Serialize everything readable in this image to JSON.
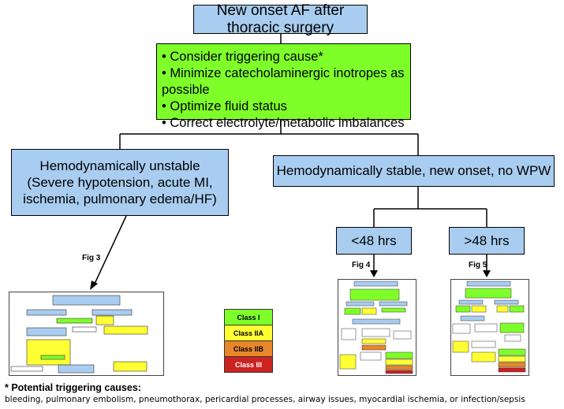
{
  "top_box": "New onset AF after thoracic surgery",
  "steps": [
    "• Consider triggering cause*",
    "• Minimize catecholaminergic inotropes as possible",
    "• Optimize fluid status",
    "• Correct electrolyte/metabolic imbalances"
  ],
  "unstable": {
    "line1": "Hemodynamically unstable",
    "line2": "(Severe hypotension, acute MI,",
    "line3": "ischemia, pulmonary edema/HF)"
  },
  "stable": "Hemodynamically stable, new onset, no WPW",
  "lt48": "<48 hrs",
  "gt48": ">48 hrs",
  "fig3": "Fig 3",
  "fig4": "Fig 4",
  "fig5": "Fig 5",
  "legend": [
    {
      "label": "Class I",
      "color": "#7fff2a"
    },
    {
      "label": "Class IIA",
      "color": "#ffff33"
    },
    {
      "label": "Class IIB",
      "color": "#e8872a"
    },
    {
      "label": "Class III",
      "color": "#cc2222"
    }
  ],
  "footnote": {
    "title": "* Potential triggering causes:",
    "body": "bleeding, pulmonary embolism, pneumothorax, pericardial processes, airway issues, myocardial ischemia, or infection/sepsis"
  },
  "colors": {
    "box_blue": "#a9cdf0",
    "box_green": "#7fff2a"
  }
}
